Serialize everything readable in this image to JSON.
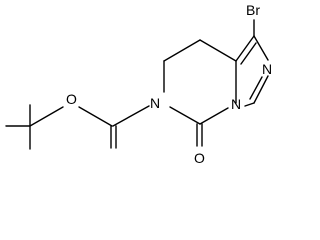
{
  "molecule": {
    "atoms": {
      "bromine": "Br",
      "carbonyl_oxygen": "O",
      "ester_oxygen": "O",
      "ring_nitrogen": "N",
      "bridgehead_nitrogen": "N",
      "imidazole_nitrogen": "N"
    }
  },
  "colors": {
    "bond": "#000000",
    "text": "#000000",
    "background": "#ffffff"
  }
}
